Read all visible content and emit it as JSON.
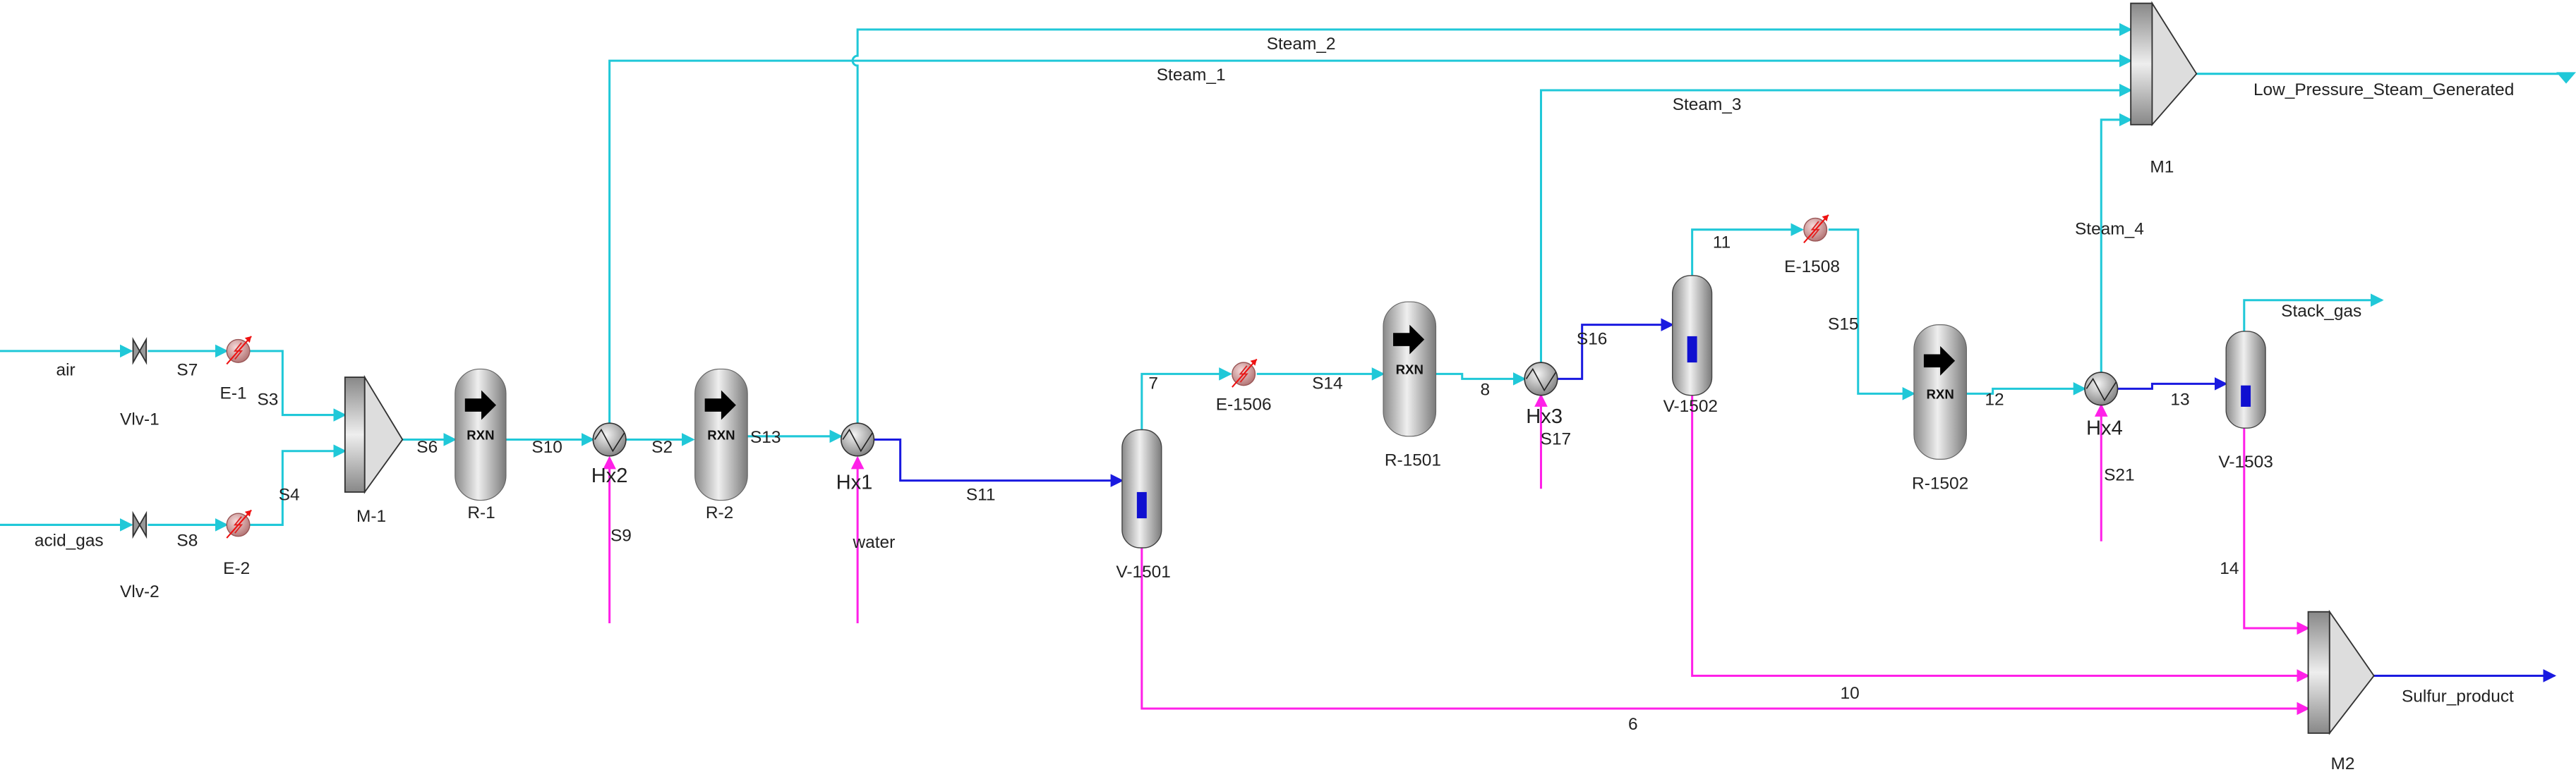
{
  "colors": {
    "vapor_stream": "#20c8d8",
    "liquid_stream": "#1a1ae0",
    "utility_stream": "#ff20e8",
    "background": "#ffffff"
  },
  "reactor_glyph": "RXN",
  "blocks": {
    "vlv1": "Vlv-1",
    "vlv2": "Vlv-2",
    "e1": "E-1",
    "e2": "E-2",
    "m_1": "M-1",
    "r1": "R-1",
    "r2": "R-2",
    "hx2": "Hx2",
    "hx1": "Hx1",
    "v1501": "V-1501",
    "e1506": "E-1506",
    "r1501": "R-1501",
    "hx3": "Hx3",
    "v1502": "V-1502",
    "e1508": "E-1508",
    "r1502": "R-1502",
    "hx4": "Hx4",
    "v1503": "V-1503",
    "m1": "M1",
    "m2": "M2"
  },
  "streams": {
    "air": "air",
    "acid_gas": "acid_gas",
    "s7": "S7",
    "s8": "S8",
    "s3": "S3",
    "s4": "S4",
    "s6": "S6",
    "s10": "S10",
    "s2": "S2",
    "s13": "S13",
    "s9": "S9",
    "water": "water",
    "s11": "S11",
    "s7b": "7",
    "s14": "S14",
    "s8b": "8",
    "s17": "S17",
    "s16": "S16",
    "s11b": "11",
    "s15": "S15",
    "s12": "12",
    "s21": "S21",
    "s13b": "13",
    "s14b": "14",
    "s10b": "10",
    "s6b": "6",
    "steam_1": "Steam_1",
    "steam_2": "Steam_2",
    "steam_3": "Steam_3",
    "steam_4": "Steam_4",
    "stack_gas": "Stack_gas",
    "lp_steam": "Low_Pressure_Steam_Generated",
    "sulfur_product": "Sulfur_product"
  }
}
